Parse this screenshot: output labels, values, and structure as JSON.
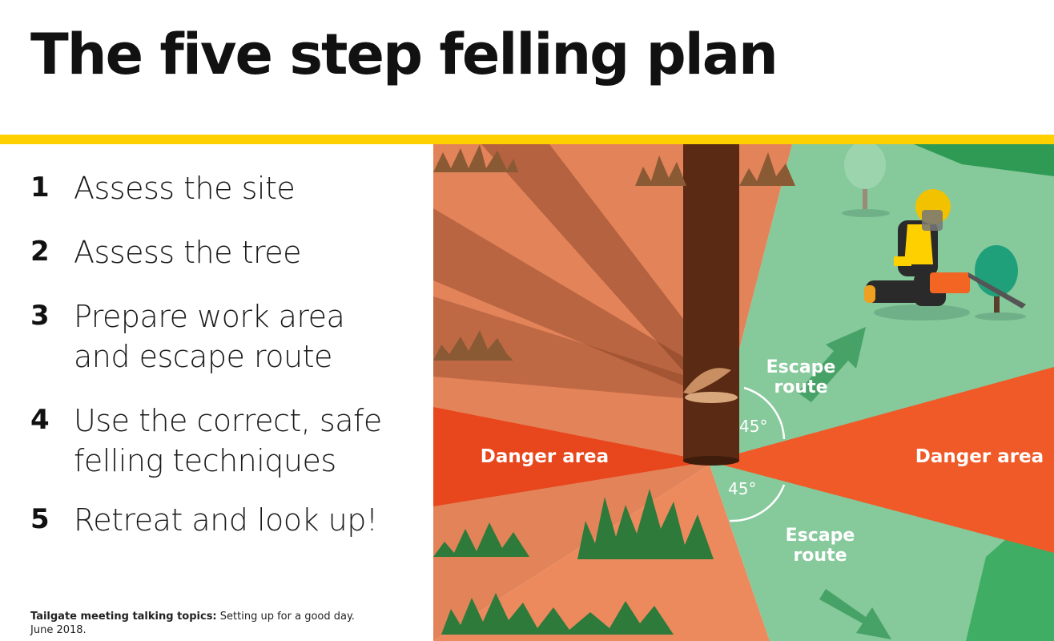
{
  "header": {
    "title": "The five step felling plan"
  },
  "steps": [
    {
      "number": "1",
      "line1": "Assess the site",
      "line2": ""
    },
    {
      "number": "2",
      "line1": "Assess the tree",
      "line2": ""
    },
    {
      "number": "3",
      "line1": "Prepare work area",
      "line2": "and escape route"
    },
    {
      "number": "4",
      "line1": "Use the correct, safe",
      "line2": "felling techniques"
    },
    {
      "number": "5",
      "line1": "Retreat and look up!",
      "line2": ""
    }
  ],
  "footer": {
    "bold": "Tailgate meeting talking topics:",
    "text": "Setting up for a good day.",
    "date": "June 2018."
  },
  "illustration": {
    "danger_left": "Danger area",
    "danger_right": "Danger area",
    "escape_upper_1": "Escape",
    "escape_upper_2": "route",
    "escape_lower_1": "Escape",
    "escape_lower_2": "route",
    "angle_upper": "45°",
    "angle_lower": "45°"
  },
  "colors": {
    "accent_yellow": "#ffd000",
    "danger_red": "#e84e1f",
    "escape_green": "#86c99b",
    "terrain_orange": "#e38359",
    "trunk_brown": "#5a2a14"
  }
}
